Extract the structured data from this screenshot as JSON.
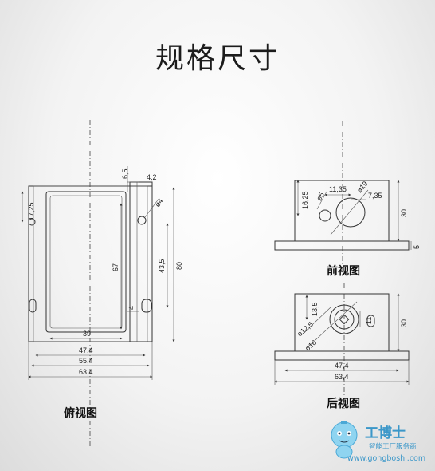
{
  "title": "规格尺寸",
  "views": {
    "top": {
      "label": "俯视图",
      "dims": {
        "d1": "6,5",
        "d2": "4,2",
        "d3": "17,25",
        "d4": "ø4",
        "d5": "67",
        "d6": "43,5",
        "d7": "80",
        "d8": "4",
        "d9": "39",
        "d10": "47,4",
        "d11": "55,4",
        "d12": "63,4"
      }
    },
    "front": {
      "label": "前视图",
      "dims": {
        "d1": "16,25",
        "d2": "ø5",
        "d3": "11,35",
        "d4": "ø19",
        "d5": "7,35",
        "d6": "30",
        "d7": "5"
      }
    },
    "rear": {
      "label": "后视图",
      "dims": {
        "d1": "13,5",
        "d2": "ø12,5",
        "d3": "ø16",
        "d4": "11",
        "d5": "30",
        "d6": "47,4",
        "d7": "63,4"
      }
    }
  },
  "watermark": {
    "brand": "工博士",
    "tagline": "智能工厂服务商",
    "url": "www.gongboshi.com"
  }
}
